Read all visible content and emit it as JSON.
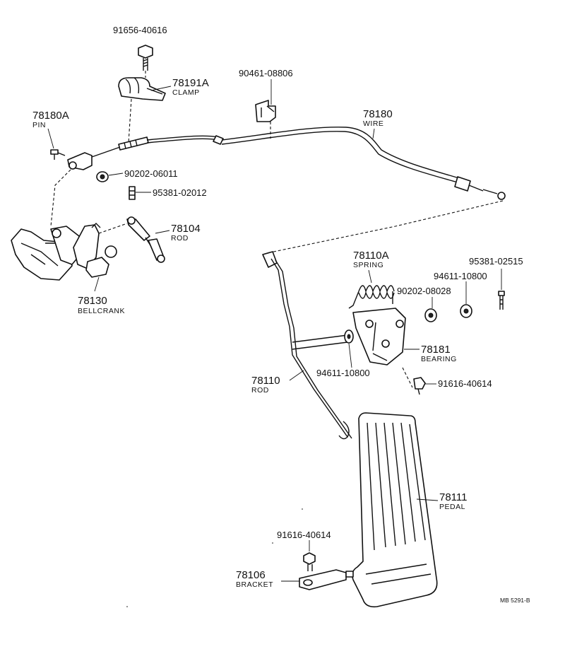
{
  "diagram": {
    "parts": [
      {
        "key": "p_91656_40616",
        "number": "91656-40616"
      },
      {
        "key": "p_78191a",
        "number": "78191A",
        "name": "CLAMP"
      },
      {
        "key": "p_90461_08806",
        "number": "90461-08806"
      },
      {
        "key": "p_78180",
        "number": "78180",
        "name": "WIRE"
      },
      {
        "key": "p_78180a",
        "number": "78180A",
        "name": "PIN"
      },
      {
        "key": "p_90202_06011",
        "number": "90202-06011"
      },
      {
        "key": "p_95381_02012",
        "number": "95381-02012"
      },
      {
        "key": "p_78104",
        "number": "78104",
        "name": "ROD"
      },
      {
        "key": "p_78130",
        "number": "78130",
        "name": "BELLCRANK"
      },
      {
        "key": "p_78110a",
        "number": "78110A",
        "name": "SPRING"
      },
      {
        "key": "p_95381_02515",
        "number": "95381-02515"
      },
      {
        "key": "p_94611_10800_a",
        "number": "94611-10800"
      },
      {
        "key": "p_90202_08028",
        "number": "90202-08028"
      },
      {
        "key": "p_78181",
        "number": "78181",
        "name": "BEARING"
      },
      {
        "key": "p_94611_10800_b",
        "number": "94611-10800"
      },
      {
        "key": "p_91616_40614_a",
        "number": "91616-40614"
      },
      {
        "key": "p_78110",
        "number": "78110",
        "name": "ROD"
      },
      {
        "key": "p_78111",
        "number": "78111",
        "name": "PEDAL"
      },
      {
        "key": "p_91616_40614_b",
        "number": "91616-40614"
      },
      {
        "key": "p_78106",
        "number": "78106",
        "name": "BRACKET"
      }
    ],
    "drawing_code": "MB 5291-B"
  }
}
